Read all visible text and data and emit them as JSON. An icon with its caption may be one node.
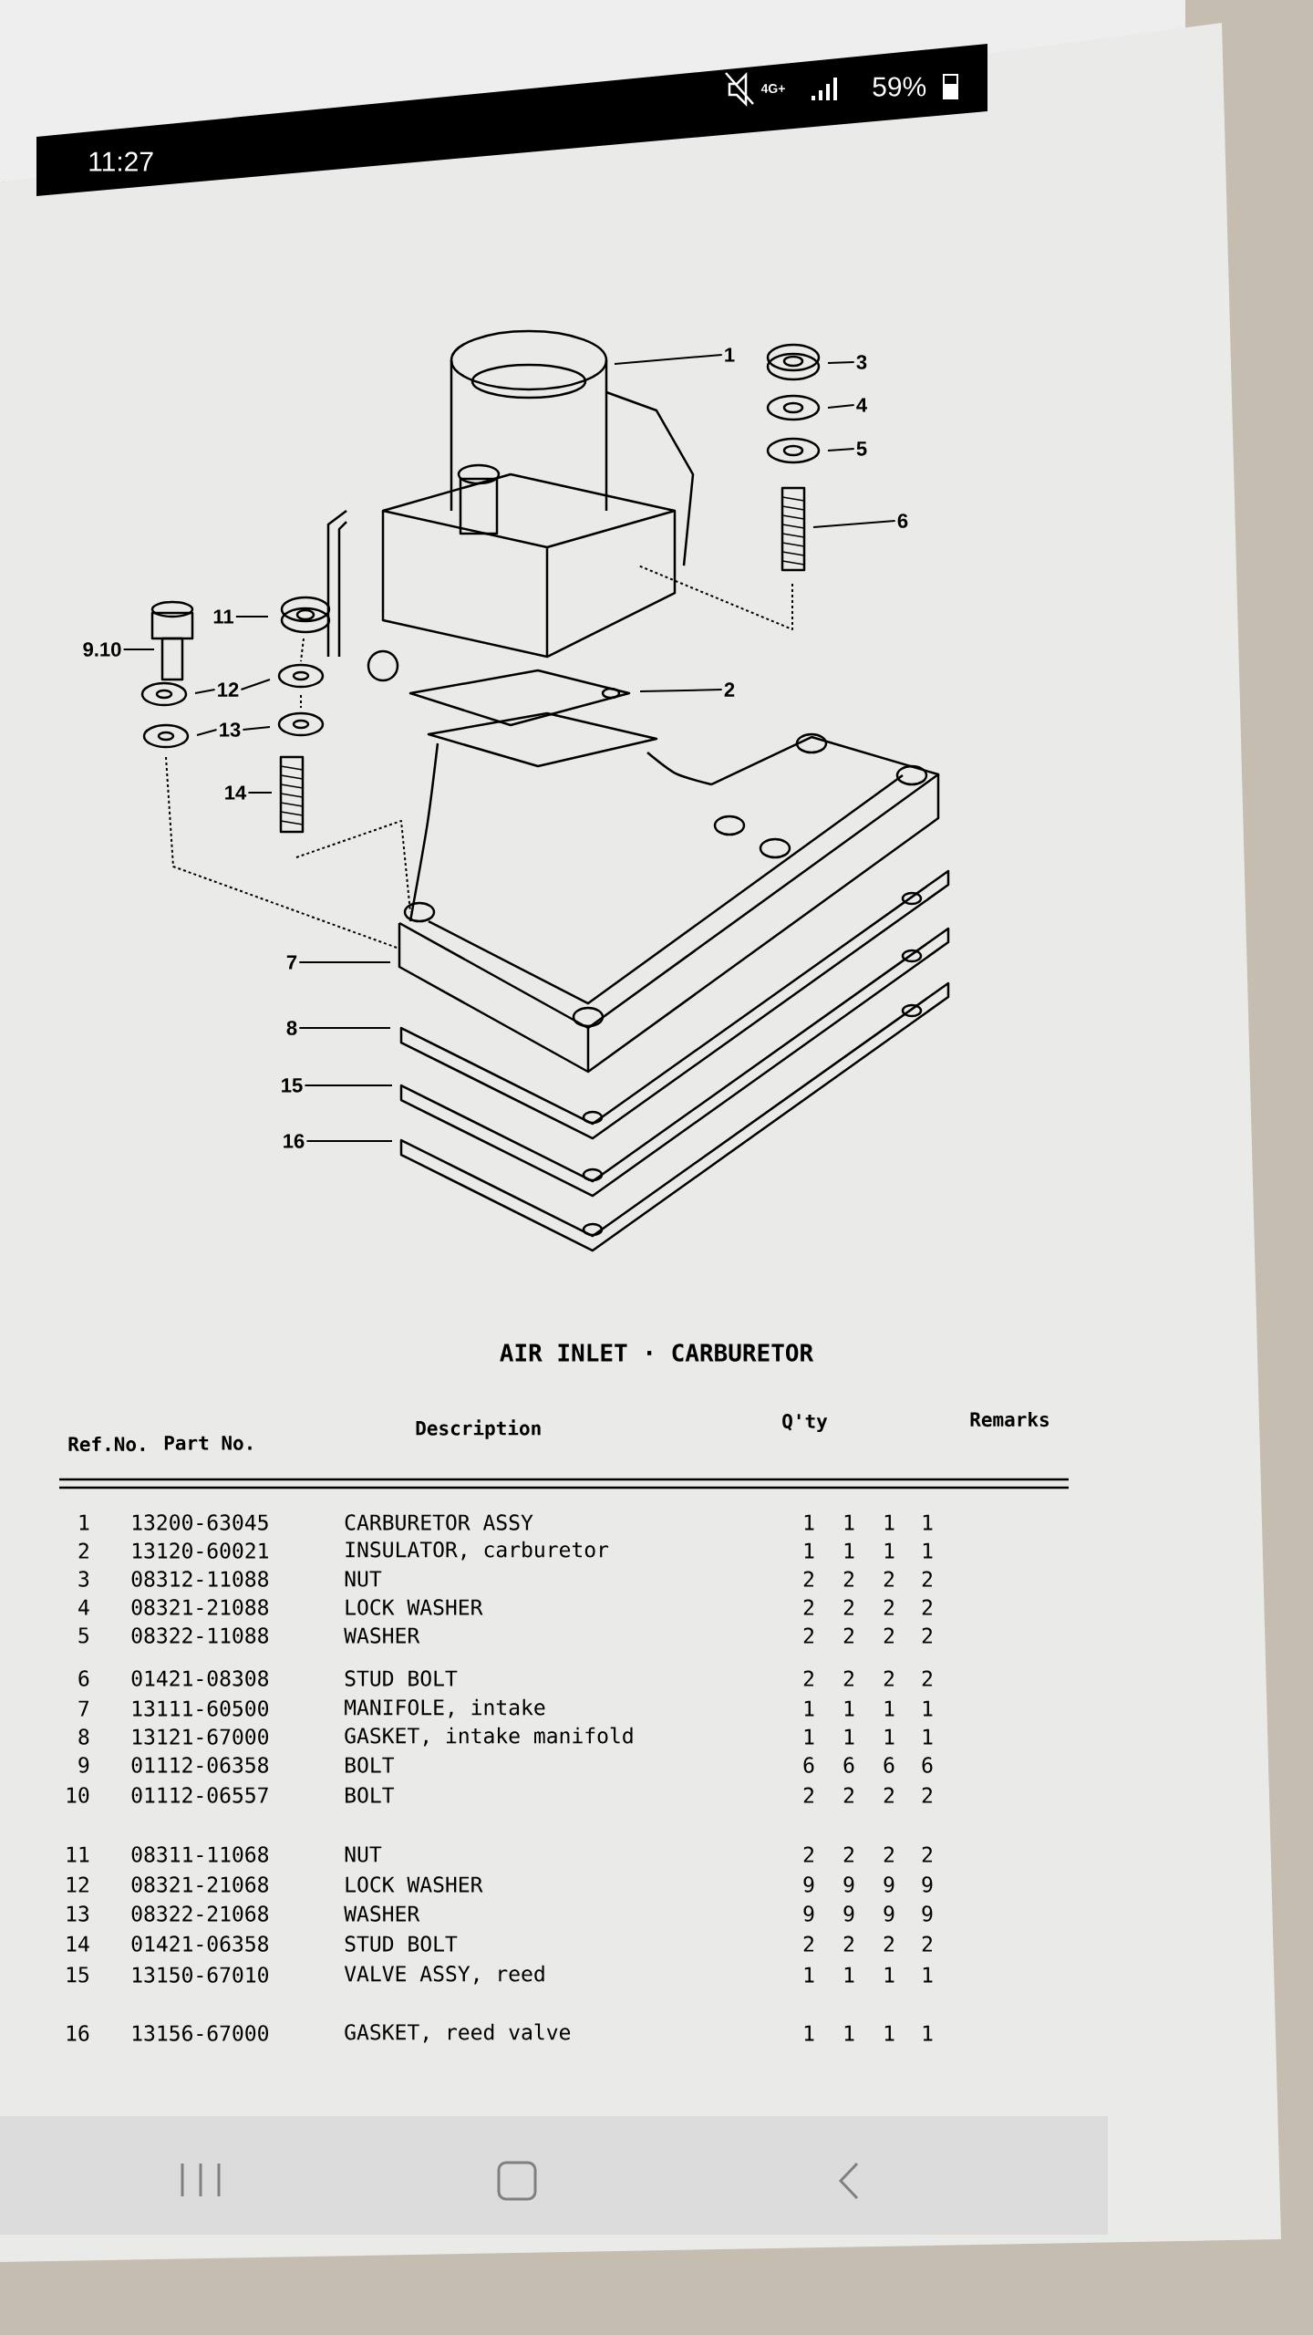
{
  "diagram": {
    "title": "AIR INLET · CARBURETOR",
    "nodes": [
      {
        "text": [
          "1"
        ]
      },
      {
        "text": [
          "3"
        ]
      },
      {
        "text": [
          "4"
        ]
      },
      {
        "text": [
          "5"
        ]
      },
      {
        "text": [
          "6"
        ]
      },
      {
        "text": [
          "9.10"
        ]
      },
      {
        "text": [
          "11"
        ]
      },
      {
        "text": [
          "12"
        ]
      },
      {
        "text": [
          "13"
        ]
      },
      {
        "text": [
          "2"
        ]
      },
      {
        "text": [
          "14"
        ]
      },
      {
        "text": [
          "7"
        ]
      },
      {
        "text": [
          "8"
        ]
      },
      {
        "text": [
          "15"
        ]
      },
      {
        "text": [
          "16"
        ]
      }
    ],
    "edges": [
      {
        "from": 0,
        "to": null,
        "arrow": "none"
      },
      {
        "from": 1,
        "to": null,
        "arrow": "none"
      },
      {
        "from": 2,
        "to": null,
        "arrow": "none"
      },
      {
        "from": 3,
        "to": null,
        "arrow": "none"
      },
      {
        "from": 4,
        "to": null,
        "arrow": "none"
      },
      {
        "from": 5,
        "to": null,
        "arrow": "none"
      },
      {
        "from": 6,
        "to": null,
        "arrow": "none"
      },
      {
        "from": 7,
        "to": null,
        "arrow": "none"
      },
      {
        "from": 7,
        "to": null,
        "arrow": "none"
      },
      {
        "from": 8,
        "to": null,
        "arrow": "none"
      },
      {
        "from": 8,
        "to": null,
        "arrow": "none"
      },
      {
        "from": 9,
        "to": null,
        "arrow": "none"
      },
      {
        "from": 10,
        "to": null,
        "arrow": "none"
      },
      {
        "from": 11,
        "to": null,
        "arrow": "none"
      },
      {
        "from": 12,
        "to": null,
        "arrow": "none"
      },
      {
        "from": 13,
        "to": null,
        "arrow": "none"
      },
      {
        "from": 14,
        "to": null,
        "arrow": "none"
      }
    ],
    "labels": [
      "11:27",
      "4G+",
      "59%",
      "Ref.No.",
      "Part No.",
      "Description",
      "Q'ty",
      "Remarks",
      "1",
      "13200-63045",
      "CARBURETOR ASSY",
      "1",
      "1",
      "1",
      "1",
      "2",
      "13120-60021",
      "INSULATOR, carburetor",
      "1",
      "1",
      "1",
      "1",
      "3",
      "08312-11088",
      "NUT",
      "2",
      "2",
      "2",
      "2",
      "4",
      "08321-21088",
      "LOCK WASHER",
      "2",
      "2",
      "2",
      "2",
      "5",
      "08322-11088",
      "WASHER",
      "2",
      "2",
      "2",
      "2",
      "6",
      "01421-08308",
      "STUD BOLT",
      "2",
      "2",
      "2",
      "2",
      "7",
      "13111-60500",
      "MANIFOLE, intake",
      "1",
      "1",
      "1",
      "1",
      "8",
      "13121-67000",
      "GASKET, intake manifold",
      "1",
      "1",
      "1",
      "1",
      "9",
      "01112-06358",
      "BOLT",
      "6",
      "6",
      "6",
      "6",
      "10",
      "01112-06557",
      "BOLT",
      "2",
      "2",
      "2",
      "2",
      "11",
      "08311-11068",
      "NUT",
      "2",
      "2",
      "2",
      "2",
      "12",
      "08321-21068",
      "LOCK WASHER",
      "9",
      "9",
      "9",
      "9",
      "13",
      "08322-21068",
      "WASHER",
      "9",
      "9",
      "9",
      "9",
      "14",
      "01421-06358",
      "STUD BOLT",
      "2",
      "2",
      "2",
      "2",
      "15",
      "13150-67010",
      "VALVE ASSY, reed",
      "1",
      "1",
      "1",
      "1",
      "16",
      "13156-67000",
      "GASKET, reed valve",
      "1",
      "1",
      "1",
      "1"
    ]
  }
}
